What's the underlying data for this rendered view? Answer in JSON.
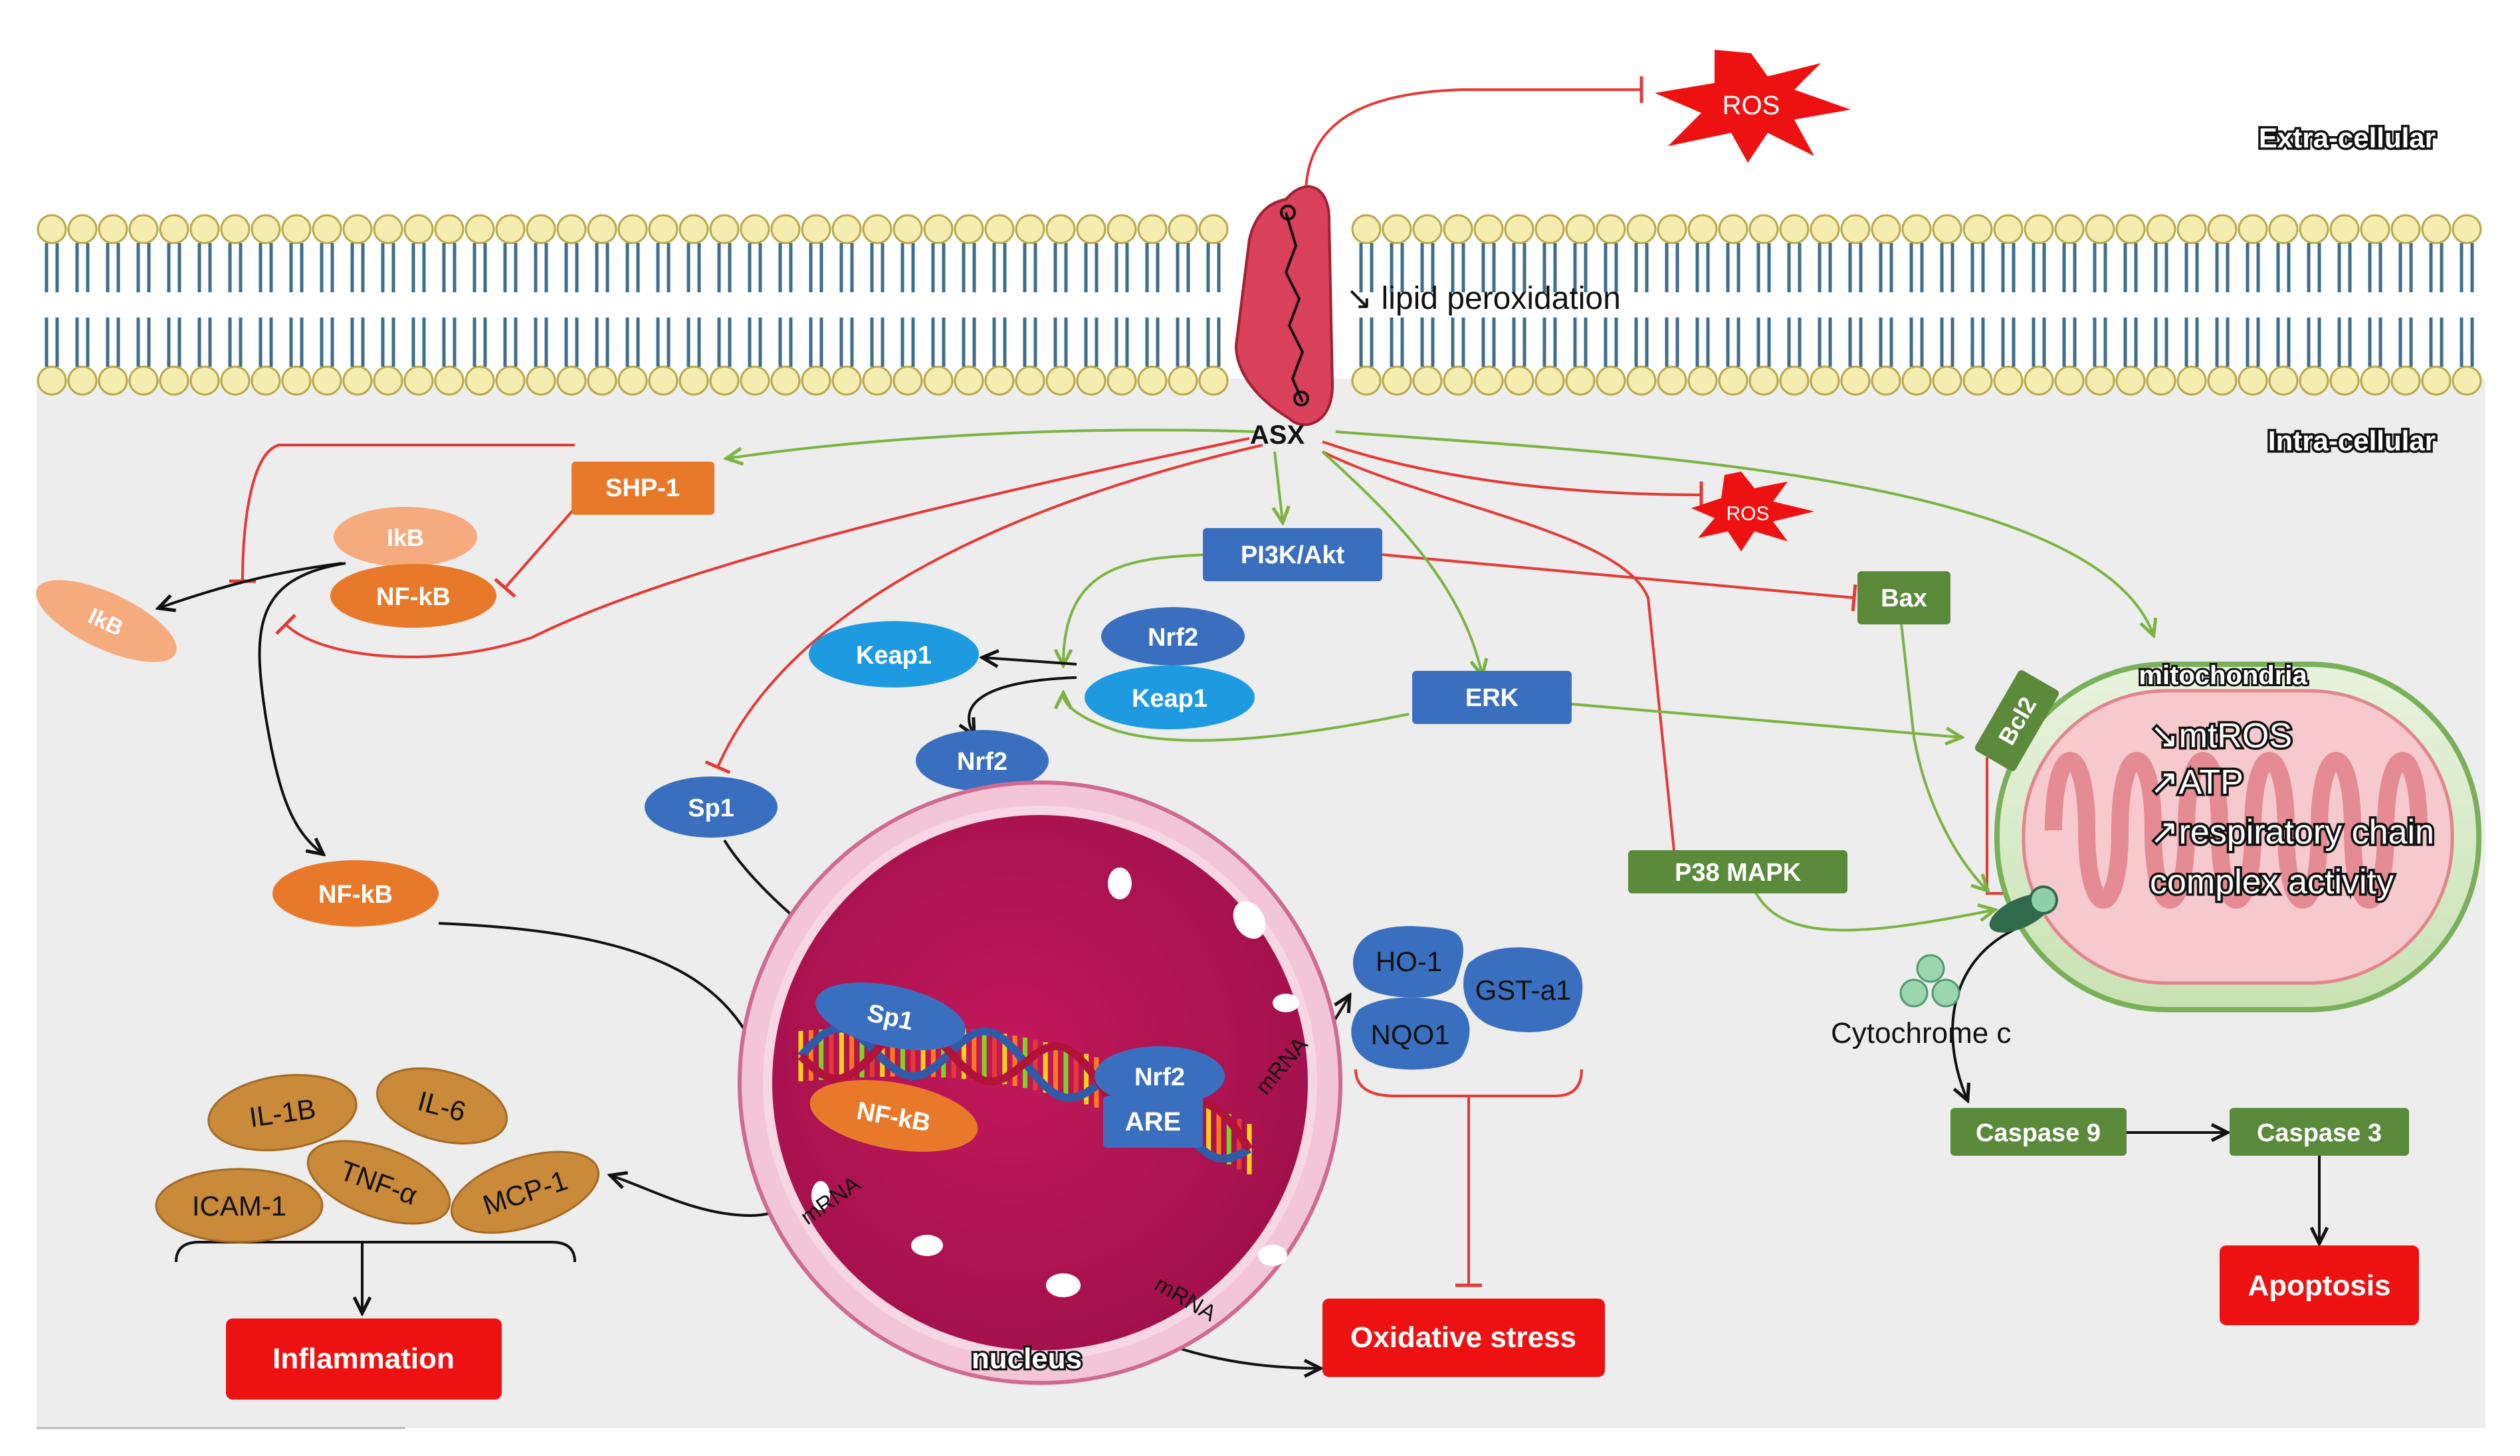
{
  "labels": {
    "extracellular": "Extra-cellular",
    "intracellular": "Intra-cellular",
    "ros_top": "ROS",
    "ros_mid": "ROS",
    "lipid_peroxidation": "↘ lipid peroxidation",
    "asx": "ASX",
    "shp1": "SHP-1",
    "ikb_bound": "IkB",
    "nfkb_bound": "NF-kB",
    "ikb_free": "IkB",
    "nfkb_free": "NF-kB",
    "pi3k": "PI3K/Akt",
    "keap1_free": "Keap1",
    "nrf2_bound": "Nrf2",
    "keap1_bound": "Keap1",
    "nrf2_free": "Nrf2",
    "erk": "ERK",
    "sp1_cyto": "Sp1",
    "bax": "Bax",
    "bcl2": "Bcl2",
    "mitochondria": "mitochondria",
    "mito_1": "↘mtROS",
    "mito_2": "↗ATP",
    "mito_3": "↗respiratory chain",
    "mito_4": "complex activity",
    "p38": "P38 MAPK",
    "cytochrome": "Cytochrome c",
    "ho1": "HO-1",
    "gsta1": "GST-a1",
    "nqo1": "NQO1",
    "sp1_nuc": "Sp1",
    "nrf2_nuc": "Nrf2",
    "are": "ARE",
    "nfkb_nuc": "NF-kB",
    "mrna_1": "mRNA",
    "mrna_2": "mRNA",
    "mrna_3": "mRNA",
    "nucleus": "nucleus",
    "il1b": "IL-1B",
    "il6": "IL-6",
    "tnfa": "TNF-α",
    "icam1": "ICAM-1",
    "mcp1": "MCP-1",
    "inflammation": "Inflammation",
    "oxidative_stress": "Oxidative stress",
    "caspase9": "Caspase 9",
    "caspase3": "Caspase 3",
    "apoptosis": "Apoptosis"
  },
  "colors": {
    "inhibit": "#e53935",
    "activate": "#7cb342",
    "flow": "#111111",
    "orange_node": "#e8792a",
    "blue_node": "#3a6fc0",
    "green_node": "#5a8a3a",
    "red_box": "#ee1111",
    "cytokine": "#c98a3a",
    "membrane_head": "#f5ecb0",
    "membrane_tail": "#3d6e8c",
    "nucleus": "#c2185b"
  }
}
